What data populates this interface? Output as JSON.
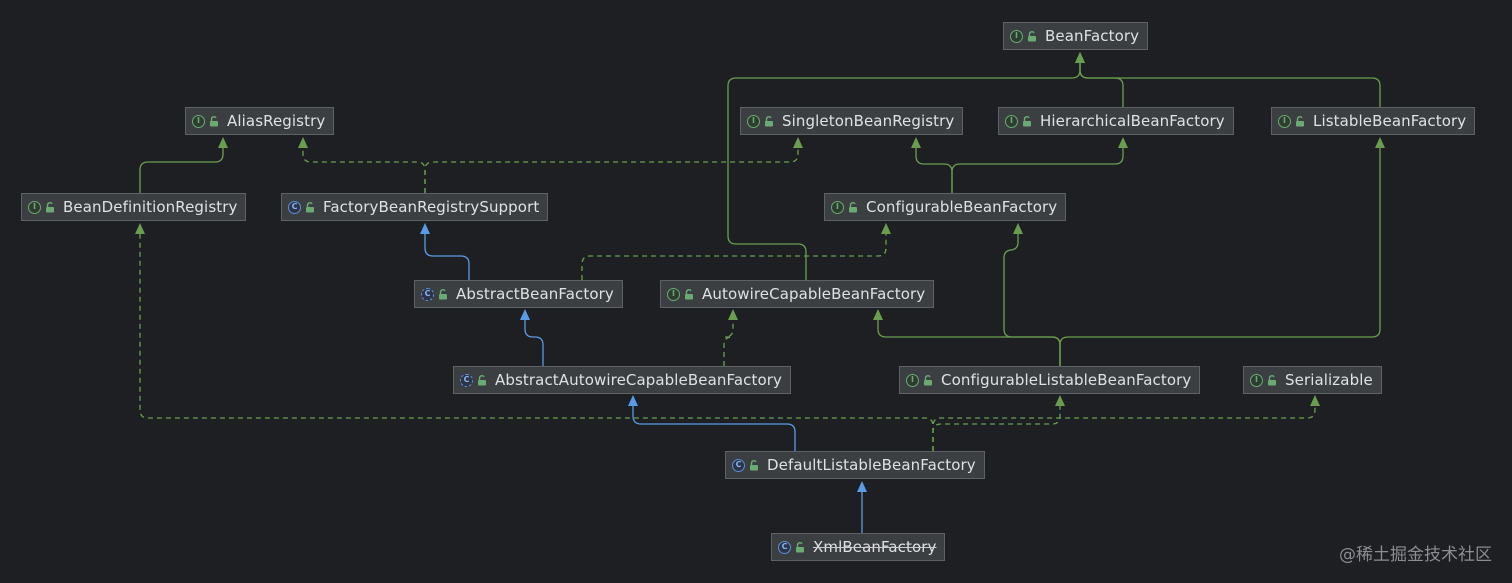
{
  "diagram": {
    "nodes": [
      {
        "id": "bean-factory",
        "label": "BeanFactory",
        "icon": "interface-icon"
      },
      {
        "id": "alias-registry",
        "label": "AliasRegistry",
        "icon": "interface-icon"
      },
      {
        "id": "singleton-bean-registry",
        "label": "SingletonBeanRegistry",
        "icon": "interface-icon"
      },
      {
        "id": "hierarchical-bean-factory",
        "label": "HierarchicalBeanFactory",
        "icon": "interface-icon"
      },
      {
        "id": "listable-bean-factory",
        "label": "ListableBeanFactory",
        "icon": "interface-icon"
      },
      {
        "id": "bean-definition-registry",
        "label": "BeanDefinitionRegistry",
        "icon": "interface-icon"
      },
      {
        "id": "factory-bean-registry-support",
        "label": "FactoryBeanRegistrySupport",
        "icon": "class-icon"
      },
      {
        "id": "configurable-bean-factory",
        "label": "ConfigurableBeanFactory",
        "icon": "interface-icon"
      },
      {
        "id": "abstract-bean-factory",
        "label": "AbstractBeanFactory",
        "icon": "abstract-class-icon"
      },
      {
        "id": "autowire-capable-bean-factory",
        "label": "AutowireCapableBeanFactory",
        "icon": "interface-icon"
      },
      {
        "id": "abstract-autowire-capable-bean-factory",
        "label": "AbstractAutowireCapableBeanFactory",
        "icon": "abstract-class-icon"
      },
      {
        "id": "configurable-listable-bean-factory",
        "label": "ConfigurableListableBeanFactory",
        "icon": "interface-icon"
      },
      {
        "id": "serializable",
        "label": "Serializable",
        "icon": "interface-icon"
      },
      {
        "id": "default-listable-bean-factory",
        "label": "DefaultListableBeanFactory",
        "icon": "class-icon"
      },
      {
        "id": "xml-bean-factory",
        "label": "XmlBeanFactory",
        "icon": "class-icon",
        "deprecated": true
      }
    ],
    "edges": [
      {
        "from": "hierarchical-bean-factory",
        "to": "bean-factory",
        "kind": "interface-extends"
      },
      {
        "from": "listable-bean-factory",
        "to": "bean-factory",
        "kind": "interface-extends"
      },
      {
        "from": "autowire-capable-bean-factory",
        "to": "bean-factory",
        "kind": "interface-extends"
      },
      {
        "from": "bean-definition-registry",
        "to": "alias-registry",
        "kind": "interface-extends"
      },
      {
        "from": "factory-bean-registry-support",
        "to": "alias-registry",
        "kind": "implements"
      },
      {
        "from": "factory-bean-registry-support",
        "to": "singleton-bean-registry",
        "kind": "implements"
      },
      {
        "from": "configurable-bean-factory",
        "to": "singleton-bean-registry",
        "kind": "interface-extends"
      },
      {
        "from": "configurable-bean-factory",
        "to": "hierarchical-bean-factory",
        "kind": "interface-extends"
      },
      {
        "from": "abstract-bean-factory",
        "to": "factory-bean-registry-support",
        "kind": "class-extends"
      },
      {
        "from": "abstract-bean-factory",
        "to": "configurable-bean-factory",
        "kind": "implements"
      },
      {
        "from": "abstract-autowire-capable-bean-factory",
        "to": "abstract-bean-factory",
        "kind": "class-extends"
      },
      {
        "from": "abstract-autowire-capable-bean-factory",
        "to": "autowire-capable-bean-factory",
        "kind": "implements"
      },
      {
        "from": "configurable-listable-bean-factory",
        "to": "autowire-capable-bean-factory",
        "kind": "interface-extends"
      },
      {
        "from": "configurable-listable-bean-factory",
        "to": "configurable-bean-factory",
        "kind": "interface-extends"
      },
      {
        "from": "configurable-listable-bean-factory",
        "to": "listable-bean-factory",
        "kind": "interface-extends"
      },
      {
        "from": "default-listable-bean-factory",
        "to": "abstract-autowire-capable-bean-factory",
        "kind": "class-extends"
      },
      {
        "from": "default-listable-bean-factory",
        "to": "bean-definition-registry",
        "kind": "implements"
      },
      {
        "from": "default-listable-bean-factory",
        "to": "configurable-listable-bean-factory",
        "kind": "implements"
      },
      {
        "from": "default-listable-bean-factory",
        "to": "serializable",
        "kind": "implements"
      },
      {
        "from": "xml-bean-factory",
        "to": "default-listable-bean-factory",
        "kind": "class-extends"
      }
    ]
  },
  "watermark": "@稀土掘金技术社区",
  "colors": {
    "background": "#1e1f22",
    "interface_edge": "#6a9e4f",
    "class_edge": "#5a9be6",
    "node_fill": "#3c3f41",
    "node_border": "#5e6266",
    "node_text": "#dfe1e5"
  }
}
